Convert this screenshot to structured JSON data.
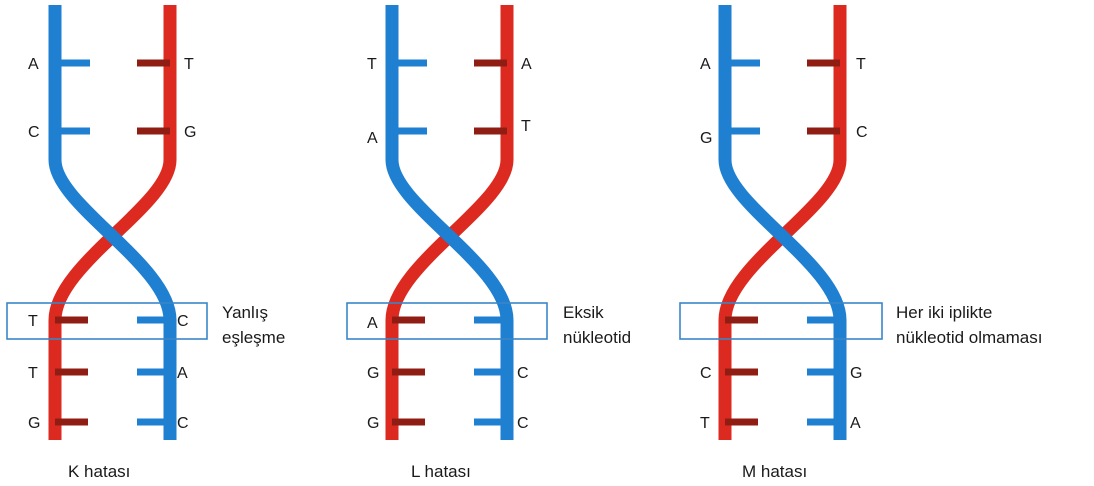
{
  "colors": {
    "blue_strand": "#1f7fd1",
    "red_strand": "#dc2a20",
    "blue_rung": "#1f7fd1",
    "red_rung": "#8f1d14",
    "box_outline": "#3a86c8"
  },
  "panels": [
    {
      "title": "K hatası",
      "top_left": [
        "A",
        "C"
      ],
      "top_right": [
        "T",
        "G"
      ],
      "box_left": "T",
      "box_right": "C",
      "bottom_left": [
        "T",
        "G"
      ],
      "bottom_right": [
        "A",
        "C"
      ],
      "note_lines": [
        "Yanlış",
        "eşleşme"
      ],
      "box_right_rung": true
    },
    {
      "title": "L hatası",
      "top_left": [
        "T",
        "A"
      ],
      "top_right": [
        "A",
        "T"
      ],
      "box_left": "A",
      "box_right": "",
      "bottom_left": [
        "G",
        "G"
      ],
      "bottom_right": [
        "C",
        "C"
      ],
      "note_lines": [
        "Eksik",
        "nükleotid"
      ],
      "box_right_rung": true
    },
    {
      "title": "M hatası",
      "top_left": [
        "A",
        "G"
      ],
      "top_right": [
        "T",
        "C"
      ],
      "box_left": "",
      "box_right": "",
      "bottom_left": [
        "C",
        "T"
      ],
      "bottom_right": [
        "G",
        "A"
      ],
      "note_lines": [
        "Her iki iplikte",
        "nükleotid olmaması"
      ],
      "box_right_rung": true
    }
  ]
}
